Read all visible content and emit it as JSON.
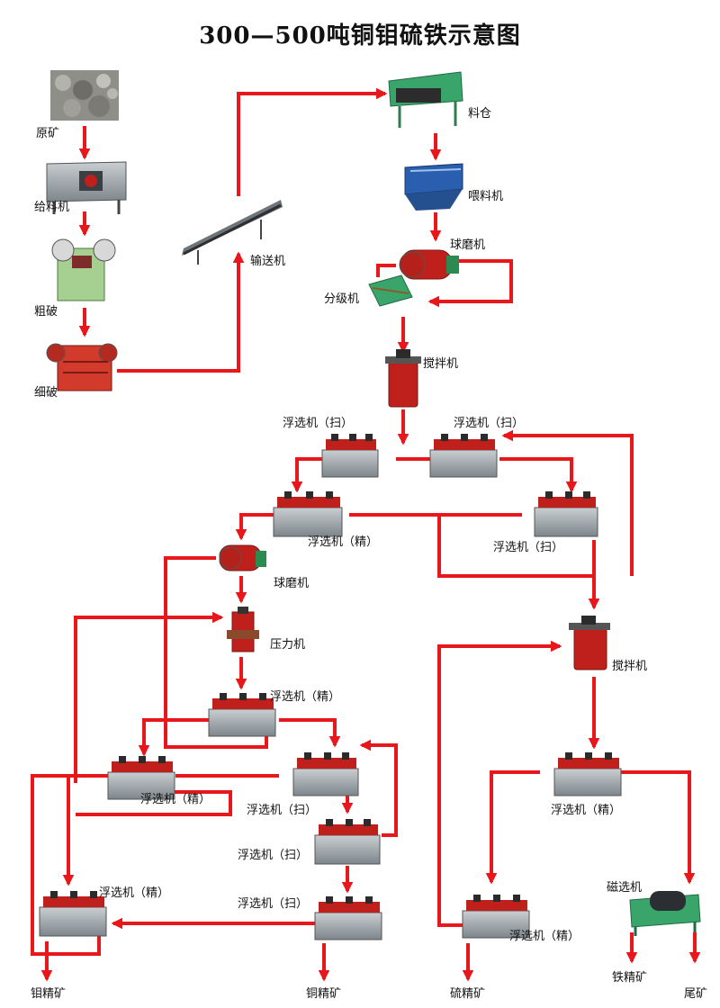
{
  "title": "300—500吨铜钼硫铁示意图",
  "labels": {
    "raw_ore": "原矿",
    "feeder1": "给料机",
    "coarse_crush": "粗破",
    "fine_crush": "细破",
    "conveyor": "输送机",
    "bin": "料仓",
    "feeder2": "喂料机",
    "ball_mill1": "球磨机",
    "classifier": "分级机",
    "agitator1": "搅拌机",
    "flot_scav_a": "浮选机（扫）",
    "flot_scav_b": "浮选机（扫）",
    "flot_clean_c": "浮选机（精）",
    "flot_scav_d": "浮选机（扫）",
    "ball_mill2": "球磨机",
    "press": "压力机",
    "flot_clean_e": "浮选机（精）",
    "flot_clean_f": "浮选机（精）",
    "flot_scav_g": "浮选机（扫）",
    "flot_scav_h": "浮选机（扫）",
    "flot_clean_i": "浮选机（精）",
    "flot_scav_j": "浮选机（扫）",
    "agitator2": "搅拌机",
    "flot_clean_k": "浮选机（精）",
    "flot_clean_l": "浮选机（精）",
    "magnetic_sep": "磁选机",
    "mo_conc": "钼精矿",
    "cu_conc": "铜精矿",
    "s_conc": "硫精矿",
    "fe_conc": "铁精矿",
    "tailings": "尾矿"
  },
  "colors": {
    "flow": "#e8171b",
    "machine_body": "#9aa3a8",
    "machine_red": "#c0201b",
    "machine_green": "#3aa56a",
    "machine_blue": "#2a5fb0"
  }
}
